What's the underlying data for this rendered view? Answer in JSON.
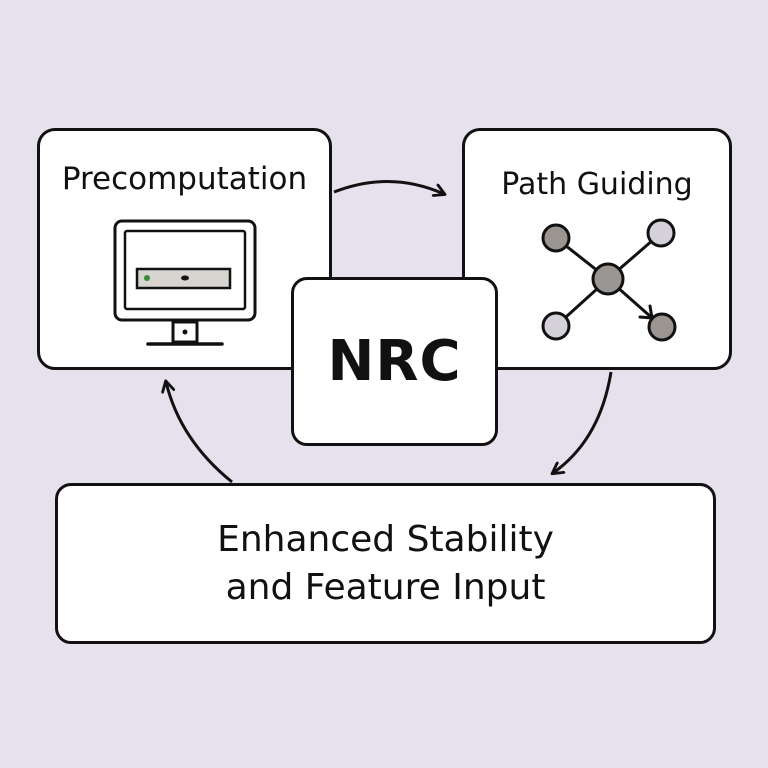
{
  "diagram": {
    "nodes": {
      "precomputation": {
        "label": "Precomputation",
        "icon": "computer-monitor-icon"
      },
      "path_guiding": {
        "label": "Path Guiding",
        "icon": "node-graph-icon"
      },
      "nrc": {
        "label": "NRC"
      },
      "enhanced": {
        "line1": "Enhanced Stability",
        "line2": "and Feature Input"
      }
    },
    "edges": [
      {
        "from": "precomputation",
        "to": "path_guiding"
      },
      {
        "from": "path_guiding",
        "to": "enhanced"
      },
      {
        "from": "enhanced",
        "to": "precomputation"
      }
    ],
    "colors": {
      "background": "#e6e1ec",
      "box_fill": "#ffffff",
      "stroke": "#111111",
      "node_fill": "#9a9590",
      "node_fill_light": "#d4d2d8",
      "indicator_green": "#3a8a3a"
    }
  }
}
